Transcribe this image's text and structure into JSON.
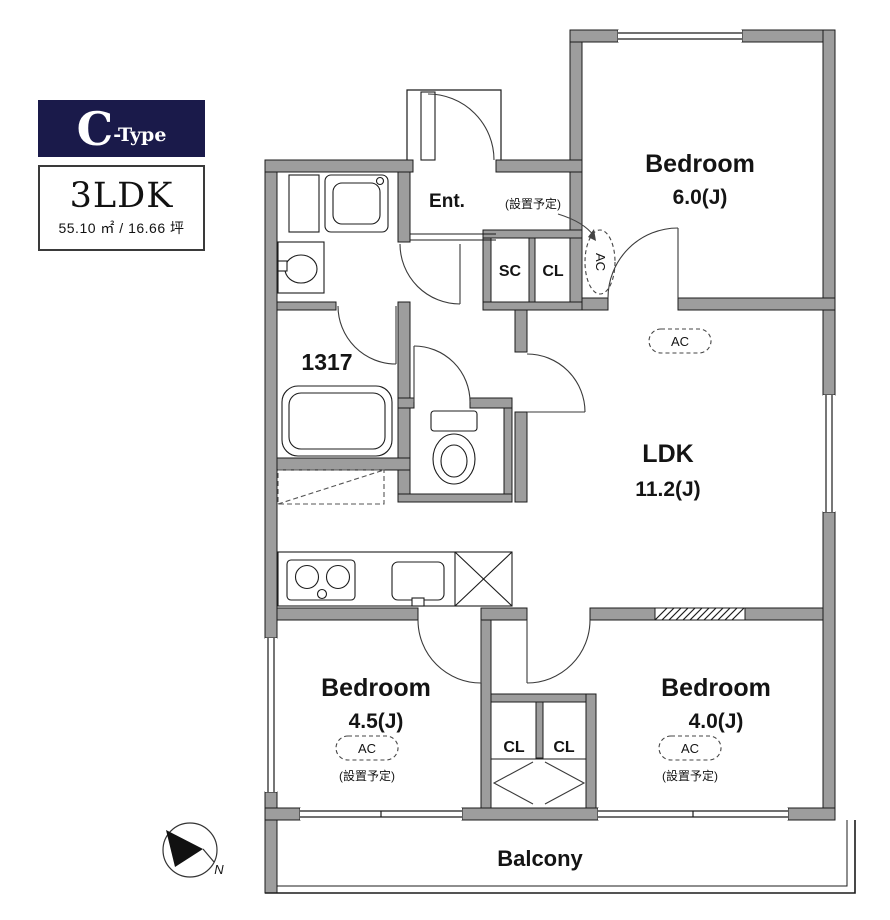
{
  "header": {
    "type_letter": "C",
    "type_suffix": "-Type",
    "plan": "3LDK",
    "area": "55.10 ㎡ / 16.66 坪"
  },
  "rooms": {
    "bedroom_top": {
      "name": "Bedroom",
      "size": "6.0(J)"
    },
    "ldk": {
      "name": "LDK",
      "size": "11.2(J)"
    },
    "bedroom_left": {
      "name": "Bedroom",
      "size": "4.5(J)"
    },
    "bedroom_right": {
      "name": "Bedroom",
      "size": "4.0(J)"
    },
    "entrance": "Ent.",
    "shoe_closet": "SC",
    "closet_top": "CL",
    "closet_bottom_left": "CL",
    "closet_bottom_right": "CL",
    "bath_size": "1317",
    "balcony": "Balcony"
  },
  "equipment": {
    "ac": "AC",
    "planned": "(設置予定)"
  },
  "compass": {
    "north": "N"
  },
  "colors": {
    "wall": "#9d9d9d",
    "line": "#1c1c1c",
    "badge_navy": "#1a1a4a"
  }
}
